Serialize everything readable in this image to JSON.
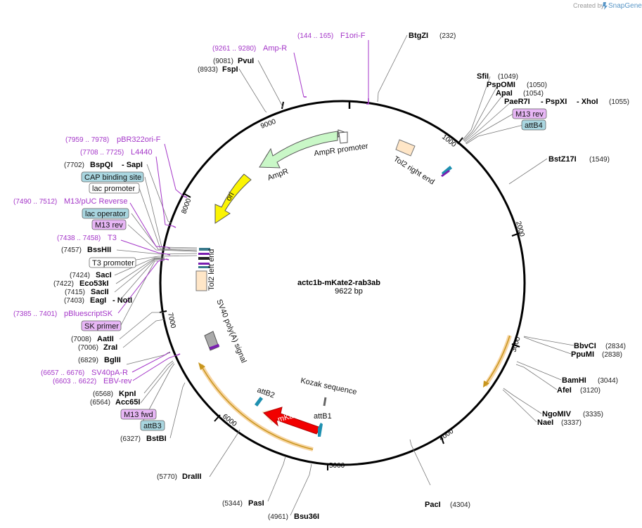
{
  "plasmid": {
    "name": "actc1b-mKate2-rab3ab",
    "length_text": "9622 bp"
  },
  "credit": {
    "prefix": "Created by",
    "brand": "SnapGene"
  },
  "ticks": [
    "1000",
    "2000",
    "3000",
    "4000",
    "5000",
    "6000",
    "7000",
    "8000",
    "9000"
  ],
  "sites": [
    {
      "pos": "(232)",
      "names": [
        "BtgZI"
      ]
    },
    {
      "pos": "(1049)",
      "names": [
        "SfiI"
      ]
    },
    {
      "pos": "(1050)",
      "names": [
        "PspOMI"
      ]
    },
    {
      "pos": "(1054)",
      "names": [
        "ApaI"
      ]
    },
    {
      "pos": "(1055)",
      "names": [
        "PaeR7I",
        "- PspXI",
        "- XhoI"
      ]
    },
    {
      "pos": "(1549)",
      "names": [
        "BstZ17I"
      ]
    },
    {
      "pos": "(2834)",
      "names": [
        "BbvCI"
      ]
    },
    {
      "pos": "(2838)",
      "names": [
        "PpuMI"
      ]
    },
    {
      "pos": "(3044)",
      "names": [
        "BamHI"
      ]
    },
    {
      "pos": "(3120)",
      "names": [
        "AfeI"
      ]
    },
    {
      "pos": "(3335)",
      "names": [
        "NgoMIV"
      ]
    },
    {
      "pos": "(3337)",
      "names": [
        "NaeI"
      ]
    },
    {
      "pos": "(4304)",
      "names": [
        "PacI"
      ]
    },
    {
      "pos": "(4961)",
      "names": [
        "Bsu36I"
      ]
    },
    {
      "pos": "(5344)",
      "names": [
        "PasI"
      ]
    },
    {
      "pos": "(5770)",
      "names": [
        "DraIII"
      ]
    },
    {
      "pos": "(6327)",
      "names": [
        "BstBI"
      ]
    },
    {
      "pos": "(6564)",
      "names": [
        "Acc65I"
      ]
    },
    {
      "pos": "(6568)",
      "names": [
        "KpnI"
      ]
    },
    {
      "pos": "(6829)",
      "names": [
        "BglII"
      ]
    },
    {
      "pos": "(7006)",
      "names": [
        "ZraI"
      ]
    },
    {
      "pos": "(7008)",
      "names": [
        "AatII"
      ]
    },
    {
      "pos": "(7403)",
      "names": [
        "EagI",
        "- NotI"
      ]
    },
    {
      "pos": "(7415)",
      "names": [
        "SacII"
      ]
    },
    {
      "pos": "(7422)",
      "names": [
        "Eco53kI"
      ]
    },
    {
      "pos": "(7424)",
      "names": [
        "SacI"
      ]
    },
    {
      "pos": "(7457)",
      "names": [
        "BssHII"
      ]
    },
    {
      "pos": "(7702)",
      "names": [
        "BspQI",
        "- SapI"
      ]
    },
    {
      "pos": "(8933)",
      "names": [
        "FspI"
      ]
    },
    {
      "pos": "(9081)",
      "names": [
        "PvuI"
      ]
    }
  ],
  "primers": [
    {
      "range": "(144 .. 165)",
      "name": "F1ori-F"
    },
    {
      "range": "(9261 .. 9280)",
      "name": "Amp-R"
    },
    {
      "range": "(7959 .. 7978)",
      "name": "pBR322ori-F"
    },
    {
      "range": "(7708 .. 7725)",
      "name": "L4440"
    },
    {
      "range": "(7490 .. 7512)",
      "name": "M13/pUC Reverse"
    },
    {
      "range": "(7438 .. 7458)",
      "name": "T3"
    },
    {
      "range": "(7385 .. 7401)",
      "name": "pBluescriptSK"
    },
    {
      "range": "(6657 .. 6676)",
      "name": "SV40pA-R"
    },
    {
      "range": "(6603 .. 6622)",
      "name": "EBV-rev"
    }
  ],
  "features": {
    "m13_rev_right": "M13 rev",
    "attb4": "attB4",
    "cap_binding_site": "CAP binding site",
    "lac_promoter": "lac promoter",
    "lac_operator": "lac operator",
    "m13_rev_left": "M13 rev",
    "t3_promoter": "T3 promoter",
    "sk_primer": "SK primer",
    "m13_fwd": "M13 fwd",
    "attb3": "attB3",
    "ampr_promoter": "AmpR promoter",
    "ampr": "AmpR",
    "ori": "ori",
    "tol2_right_end": "Tol2 right end",
    "tol2_left_end": "Tol2 left end",
    "sv40_polya": "SV40 poly(A) signal",
    "attb2": "attB2",
    "attb1": "attB1",
    "kozak": "Kozak sequence",
    "mkate2": "mKate2"
  },
  "colors": {
    "backbone": "#000000",
    "ampr_fill": "#c9f7c7",
    "ori_fill": "#fbf403",
    "mkate2_fill": "#f20000",
    "tol2_fill": "#ffe6c7",
    "orange_glow": "#f2b760",
    "primer": "#a436c8",
    "pill_blue": "#a9d6e0",
    "pill_purple": "#e7b6f5",
    "dark_green": "#1e6b10"
  }
}
